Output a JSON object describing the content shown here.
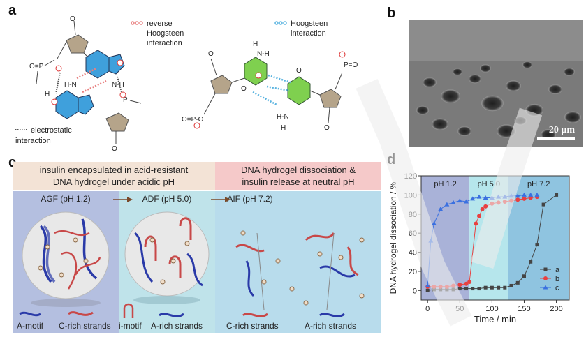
{
  "panels": {
    "a": "a",
    "b": "b",
    "c": "c",
    "d": "d"
  },
  "panel_a": {
    "reverse_hoogsteen": "reverse Hoogsteen interaction",
    "reverse_hoogsteen_l1": "reverse",
    "reverse_hoogsteen_l2": "Hoogsteen",
    "reverse_hoogsteen_l3": "interaction",
    "hoogsteen_l1": "Hoogsteen",
    "hoogsteen_l2": "interaction",
    "electrostatic_l1": "electrostatic",
    "electrostatic_l2": "interaction",
    "colors": {
      "reverse_hoogsteen": "#e88080",
      "hoogsteen": "#5bb4e0",
      "adenine": "#3fa0dc",
      "cytosine": "#7fd04f",
      "sugar": "#b5a48a"
    }
  },
  "panel_b": {
    "scale": "20 μm"
  },
  "panel_c": {
    "header_left_l1": "insulin encapsulated in acid-resistant",
    "header_left_l2": "DNA hydrogel under acidic pH",
    "header_right_l1": "DNA hydrogel dissociation &",
    "header_right_l2": "insulin release at neutral pH",
    "stage_agf": "AGF (pH 1.2)",
    "stage_adf": "ADF (pH 5.0)",
    "stage_aif": "AIF (pH 7.2)",
    "legend": [
      "A-motif",
      "C-rich strands",
      "i-motif",
      "A-rich strands",
      "C-rich strands",
      "A-rich strands"
    ],
    "colors": {
      "header_left": "#f3e3d6",
      "header_right": "#f5c9c9",
      "agf_bg": "#b4bfe0",
      "adf_bg": "#bfe3ea",
      "aif_bg": "#b8dcec",
      "a_strand": "#2a3aa8",
      "c_strand": "#c84848"
    }
  },
  "chart_data": {
    "type": "line",
    "ylabel": "DNA hydrogel dissociation / %",
    "xlabel": "Time / min",
    "xlim": [
      -10,
      220
    ],
    "ylim": [
      -10,
      120
    ],
    "xticks": [
      0,
      50,
      100,
      150,
      200
    ],
    "yticks": [
      0,
      20,
      40,
      60,
      80,
      100,
      120
    ],
    "regions": [
      {
        "label": "pH 1.2",
        "x0": -10,
        "x1": 65,
        "color": "#a9b2d8"
      },
      {
        "label": "pH 5.0",
        "x0": 65,
        "x1": 125,
        "color": "#b6e6ec"
      },
      {
        "label": "pH 7.2",
        "x0": 125,
        "x1": 220,
        "color": "#8fc4e0"
      }
    ],
    "series": [
      {
        "name": "a",
        "color": "#444444",
        "marker": "square",
        "x": [
          0,
          10,
          20,
          30,
          40,
          50,
          60,
          70,
          80,
          90,
          100,
          110,
          120,
          130,
          140,
          150,
          160,
          170,
          180,
          200
        ],
        "y": [
          0,
          1,
          1,
          1,
          1,
          2,
          2,
          2,
          2,
          3,
          3,
          3,
          3,
          5,
          8,
          15,
          30,
          48,
          90,
          100
        ]
      },
      {
        "name": "b",
        "color": "#e84040",
        "marker": "circle",
        "x": [
          0,
          10,
          20,
          30,
          40,
          50,
          60,
          65,
          75,
          80,
          85,
          90,
          100,
          110,
          120,
          130,
          140,
          150,
          160,
          170
        ],
        "y": [
          4,
          4,
          4,
          4,
          5,
          6,
          7,
          9,
          70,
          78,
          85,
          88,
          91,
          92,
          93,
          94,
          95,
          96,
          97,
          98
        ]
      },
      {
        "name": "c",
        "color": "#3a70e0",
        "marker": "triangle",
        "x": [
          0,
          5,
          10,
          20,
          30,
          40,
          50,
          60,
          70,
          80,
          90,
          100,
          110,
          120,
          130,
          140,
          150,
          160,
          170
        ],
        "y": [
          5,
          52,
          70,
          85,
          90,
          92,
          94,
          93,
          96,
          98,
          97,
          97,
          98,
          98,
          99,
          99,
          100,
          100,
          100
        ]
      }
    ],
    "legend_position": "bottom-right"
  }
}
